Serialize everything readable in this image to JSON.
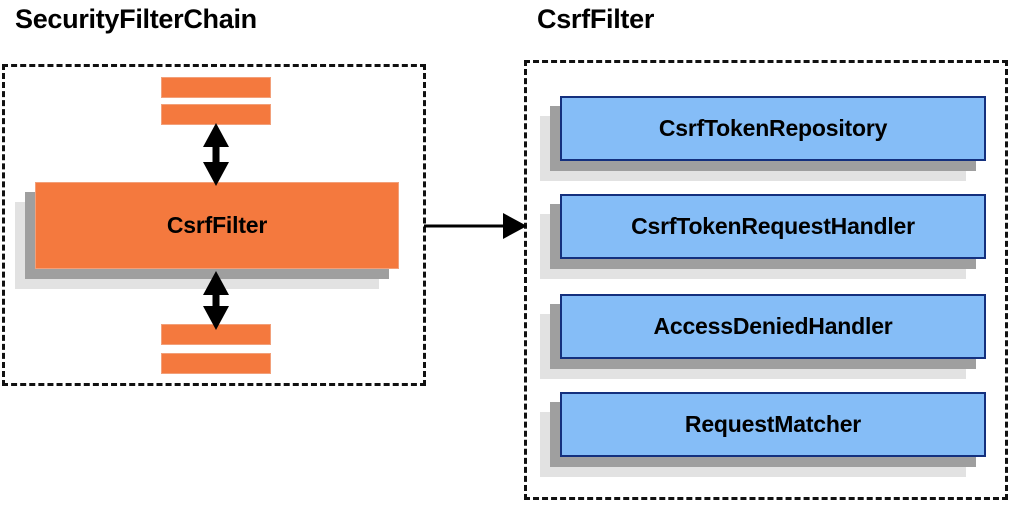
{
  "diagram": {
    "type": "component-collaboration-diagram",
    "background": "#ffffff",
    "panels": [
      {
        "id": "security-filter-chain",
        "title": "SecurityFilterChain",
        "border_style": "dashed",
        "border_color": "#111111",
        "nodes": [
          {
            "id": "filter-bar-top-1",
            "label": "",
            "shape": "bar",
            "color": "#f4793e"
          },
          {
            "id": "filter-bar-top-2",
            "label": "",
            "shape": "bar",
            "color": "#f4793e"
          },
          {
            "id": "csrf-filter",
            "label": "CsrfFilter",
            "shape": "box",
            "color": "#f4793e",
            "shadow": true
          },
          {
            "id": "filter-bar-bottom-1",
            "label": "",
            "shape": "bar",
            "color": "#f4793e"
          },
          {
            "id": "filter-bar-bottom-2",
            "label": "",
            "shape": "bar",
            "color": "#f4793e"
          }
        ]
      },
      {
        "id": "csrf-filter-detail",
        "title": "CsrfFilter",
        "border_style": "dashed",
        "border_color": "#111111",
        "nodes": [
          {
            "id": "csrf-token-repository",
            "label": "CsrfTokenRepository",
            "shape": "box",
            "color": "#85bdf7",
            "border_color": "#14307e",
            "shadow": true
          },
          {
            "id": "csrf-token-request-handler",
            "label": "CsrfTokenRequestHandler",
            "shape": "box",
            "color": "#85bdf7",
            "border_color": "#14307e",
            "shadow": true
          },
          {
            "id": "access-denied-handler",
            "label": "AccessDeniedHandler",
            "shape": "box",
            "color": "#85bdf7",
            "border_color": "#14307e",
            "shadow": true
          },
          {
            "id": "request-matcher",
            "label": "RequestMatcher",
            "shape": "box",
            "color": "#85bdf7",
            "border_color": "#14307e",
            "shadow": true
          }
        ]
      }
    ],
    "connectors": [
      {
        "id": "chain-up",
        "from": "csrf-filter",
        "to": "filter-bar-top-2",
        "style": "double-arrow",
        "orientation": "vertical"
      },
      {
        "id": "chain-down",
        "from": "csrf-filter",
        "to": "filter-bar-bottom-1",
        "style": "double-arrow",
        "orientation": "vertical"
      },
      {
        "id": "expand-link",
        "from": "security-filter-chain",
        "to": "csrf-filter-detail",
        "style": "single-arrow",
        "orientation": "horizontal"
      }
    ],
    "colors": {
      "orange_fill": "#f4793e",
      "orange_border": "#f2a07a",
      "blue_fill": "#85bdf7",
      "blue_border": "#14307e",
      "shadow_dark": "#9f9f9f",
      "shadow_light": "#e2e2e2",
      "stroke": "#000000"
    }
  }
}
